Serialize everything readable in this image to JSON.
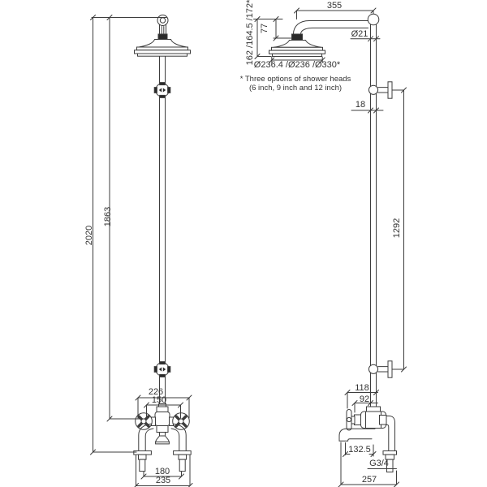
{
  "title": "Exposed shower with rigid riser - dimensional drawing",
  "colors": {
    "line": "#3c3c3c",
    "dark_fill": "#2a2a2a",
    "background": "#ffffff",
    "text": "#333333"
  },
  "labels": {
    "dim_355": "355",
    "dim_162": "162 /164.5 /172*",
    "dim_77": "77",
    "dim_dia236": "Ø236.4 /Ø236 /Ø330*",
    "dim_dia21": "Ø21",
    "dim_18": "18",
    "dim_1292": "1292",
    "dim_2020": "2020",
    "dim_1863": "1863",
    "dim_226": "226",
    "dim_150": "150",
    "dim_118": "118",
    "dim_92": "92",
    "dim_132_5": "132.5",
    "dim_g34": "G3/4",
    "dim_257": "257",
    "dim_180": "180",
    "dim_235": "235",
    "note_line1": "* Three options of shower heads",
    "note_line2": "(6 inch, 9 inch and 12 inch)"
  }
}
